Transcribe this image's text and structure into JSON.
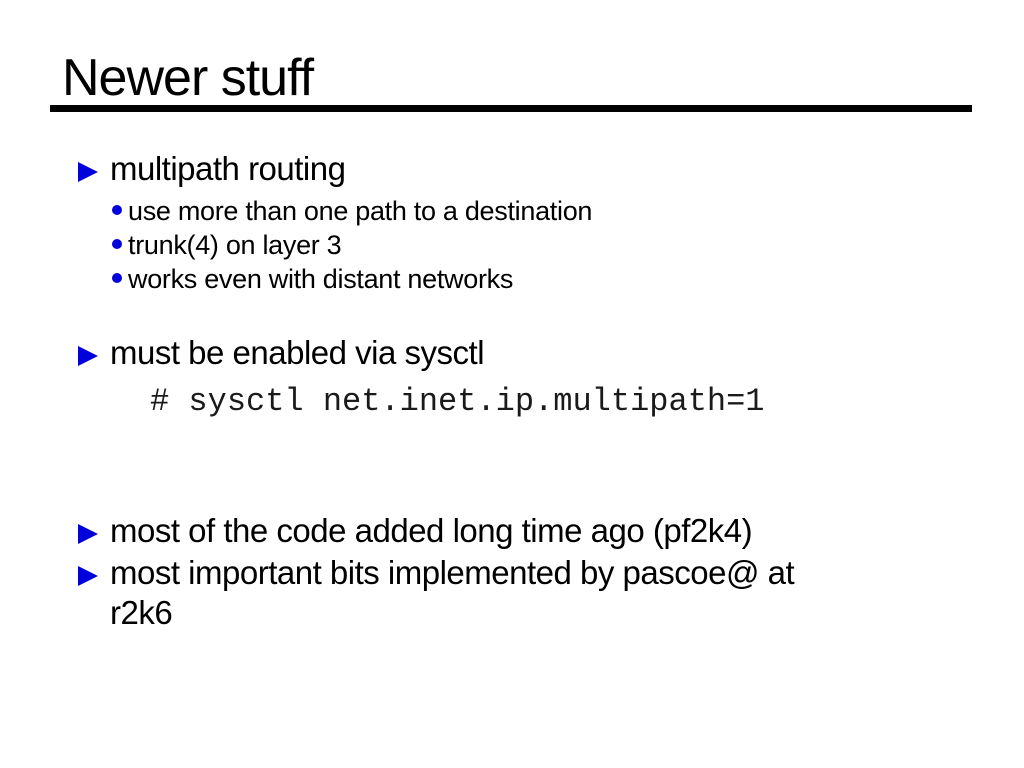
{
  "slide": {
    "title": "Newer stuff",
    "background_color": "#ffffff",
    "text_color": "#000000",
    "accent_color": "#0000dd"
  },
  "content": {
    "b1": {
      "text": "multipath routing",
      "subs": [
        "use more than one path to a destination",
        "trunk(4) on layer 3",
        "works even with distant networks"
      ]
    },
    "b2": {
      "text": "must be enabled via sysctl",
      "code": "# sysctl net.inet.ip.multipath=1"
    },
    "b3": {
      "text": "most of the code added long time ago (pf2k4)"
    },
    "b4": {
      "line1": "most important bits implemented by pascoe@ at",
      "line2": "r2k6"
    }
  }
}
